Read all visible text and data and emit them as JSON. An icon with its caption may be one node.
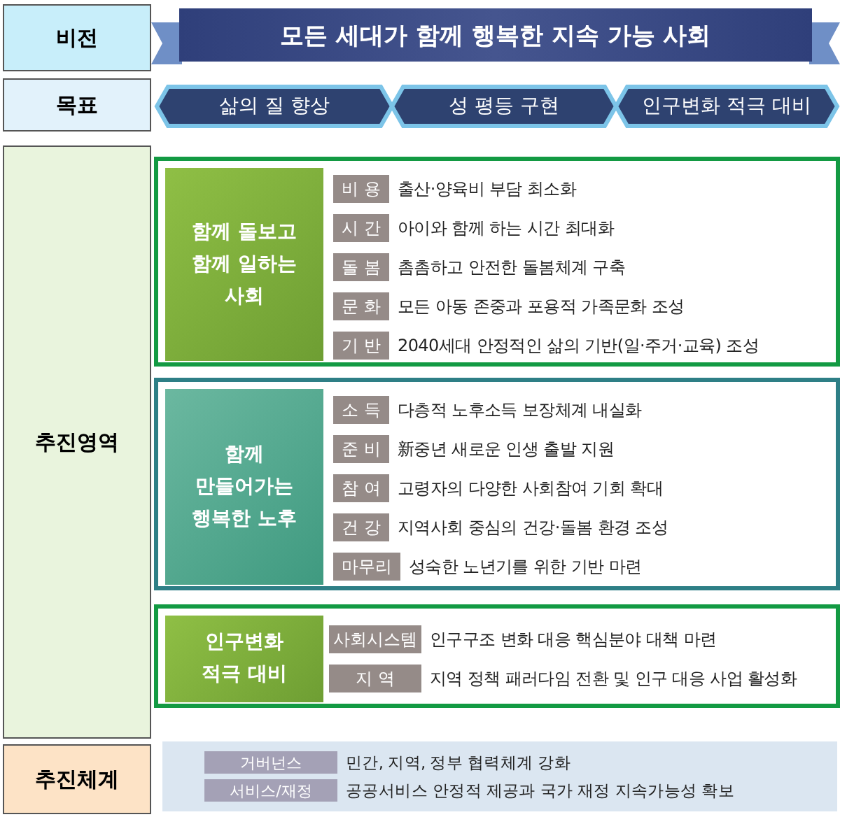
{
  "diagram": {
    "nodes": [
      {
        "text": [
          "비전"
        ]
      },
      {
        "text": [
          "모든 세대가 함께 행복한 지속 가능 사회"
        ]
      },
      {
        "text": [
          "목표"
        ]
      },
      {
        "text": [
          "삶의 질 향상"
        ]
      },
      {
        "text": [
          "성 평등 구현"
        ]
      },
      {
        "text": [
          "인구변화 적극 대비"
        ]
      },
      {
        "text": [
          "추진영역"
        ]
      },
      {
        "text": [],
        "shape": "box"
      },
      {
        "text": [
          "함께 돌보고 함께 일하는 사회"
        ],
        "in": 7
      },
      {
        "text": [
          "비 용"
        ],
        "beside": [
          "출산·양육비 부담 최소화"
        ],
        "in": 7
      },
      {
        "text": [
          "시 간"
        ],
        "beside": [
          "아이와 함께 하는 시간 최대화"
        ],
        "in": 7
      },
      {
        "text": [
          "돌 봄"
        ],
        "beside": [
          "촘촘하고 안전한 돌봄체계 구축"
        ],
        "in": 7
      },
      {
        "text": [
          "문 화"
        ],
        "beside": [
          "모든 아동 존중과 포용적 가족문화 조성"
        ],
        "in": 7
      },
      {
        "text": [
          "기 반"
        ],
        "beside": [
          "2040세대 안정적인 삶의 기반(일·주거·교육) 조성"
        ],
        "in": 7
      },
      {
        "text": [],
        "shape": "box"
      },
      {
        "text": [
          "함께 만들어가는 행복한 노후"
        ],
        "in": 14
      },
      {
        "text": [
          "소 득"
        ],
        "beside": [
          "다층적 노후소득 보장체계 내실화"
        ],
        "in": 14
      },
      {
        "text": [
          "준 비"
        ],
        "beside": [
          "新중년 새로운 인생 출발 지원"
        ],
        "in": 14
      },
      {
        "text": [
          "참 여"
        ],
        "beside": [
          "고령자의 다양한 사회참여 기회 확대"
        ],
        "in": 14
      },
      {
        "text": [
          "건 강"
        ],
        "beside": [
          "지역사회 중심의 건강·돌봄 환경 조성"
        ],
        "in": 14
      },
      {
        "text": [
          "마무리"
        ],
        "beside": [
          "성숙한 노년기를 위한 기반 마련"
        ],
        "in": 14
      },
      {
        "text": [],
        "shape": "box"
      },
      {
        "text": [
          "인구변화 적극 대비"
        ],
        "in": 21
      },
      {
        "text": [
          "사회시스템"
        ],
        "beside": [
          "인구구조 변화 대응 핵심분야 대책 마련"
        ],
        "in": 21
      },
      {
        "text": [
          "지 역"
        ],
        "beside": [
          "지역 정책 패러다임 전환 및 인구 대응 사업 활성화"
        ],
        "in": 21
      },
      {
        "text": [
          "추진체계"
        ]
      },
      {
        "text": [],
        "shape": "box"
      },
      {
        "text": [
          "거버넌스"
        ],
        "beside": [
          "민간, 지역, 정부 협력체계 강화"
        ],
        "in": 26
      },
      {
        "text": [
          "서비스/재정"
        ],
        "beside": [
          "공공서비스 안정적 제공과 국가 재정 지속가능성 확보"
        ],
        "in": 26
      }
    ]
  }
}
